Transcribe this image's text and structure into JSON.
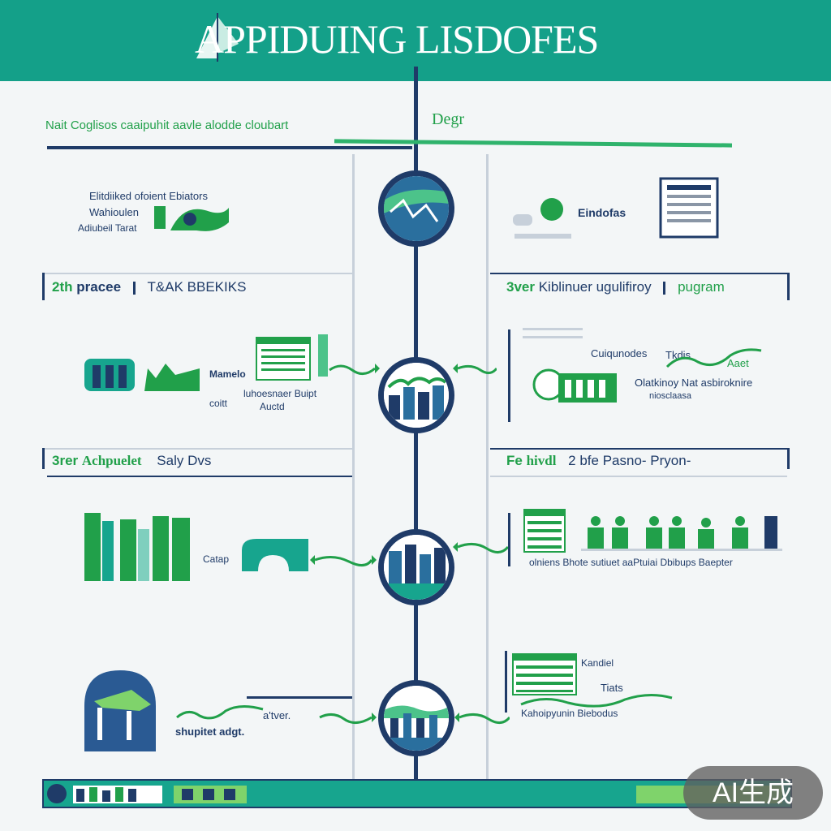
{
  "header": {
    "title": "APPIDUING LISDOFES"
  },
  "intro": {
    "left_text": "Nait Coglisos caaipuhit aavle alodde cloubart",
    "right_text": "Degr"
  },
  "step1": {
    "left_lines": [
      "Elitdiiked ofoient Ebiators",
      "Wahioulen",
      "Adiubeil Tarat"
    ],
    "right_label": "Eindofas"
  },
  "sections": [
    {
      "left_num": "2th",
      "left_title": "pracee",
      "left_sub": "T&AK BBEKIKS",
      "right_num": "3ver",
      "right_title": "Kiblinuer ugulifiroy",
      "right_sub": "pugram"
    },
    {
      "left_num": "3rer",
      "left_title": "Achpuelet",
      "left_sub": "Saly Dvs",
      "right_num": "Fe",
      "right_title": "hivdl",
      "right_sub": "2 bfe Pasno- Pryon-"
    }
  ],
  "step2": {
    "left_label_a": "Mamelo",
    "left_label_b": "coitt",
    "left_caption": "luhoesnaer Buipt",
    "left_caption_b": "Auctd",
    "right_a": "Cuiqunodes",
    "right_b": "Tkdis",
    "right_c": "Aaet",
    "right_d": "Olatkinoy Nat asbiroknire",
    "right_e": "niosclaasa"
  },
  "step3": {
    "left_label": "Catap",
    "right_caption": "olniens Bhote sutiuet aaPtuiai Dbibups Baepter"
  },
  "step4": {
    "left_caption": "shupitet adgt.",
    "left_caption_b": "a'tver.",
    "right_a": "Kandiel",
    "right_b": "Tiats",
    "right_c": "Kahoipyunin Biebodus"
  },
  "badge": {
    "text": "AI生成"
  },
  "colors": {
    "header": "#14a089",
    "navy": "#1f3b68",
    "green": "#21a04a",
    "teal": "#17a58e"
  }
}
